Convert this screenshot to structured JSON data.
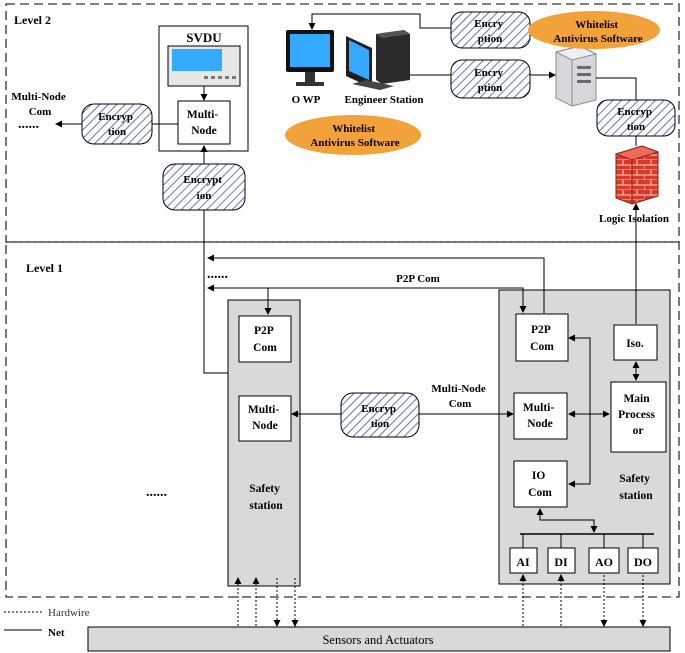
{
  "levels": {
    "level2": "Level 2",
    "level1": "Level 1"
  },
  "svdu": {
    "title": "SVDU",
    "multinode": [
      "Multi-",
      "Node"
    ]
  },
  "multinode_com_left": [
    "Multi-Node",
    "Com"
  ],
  "dots": "......",
  "encryption": {
    "left": [
      "Encryp",
      "tion"
    ],
    "vertical": [
      "Encrypt",
      "ion"
    ],
    "top1": [
      "Encry",
      "ption"
    ],
    "top2": [
      "Encry",
      "ption"
    ],
    "right": [
      "Encryp",
      "tion"
    ],
    "middle": [
      "Encryp",
      "tion"
    ]
  },
  "owp_label": "O WP",
  "engineer_station_label": "Engineer Station",
  "whitelist_top": [
    "Whitelist",
    "Antivirus Software"
  ],
  "whitelist_mid": [
    "Whitelist",
    "Antivirus Software"
  ],
  "logic_isolation": "Logic Isolation",
  "p2p_com_label": "P2P Com",
  "multinode_com_mid": [
    "Multi-Node",
    "Com"
  ],
  "left_station": {
    "p2p": [
      "P2P",
      "Com"
    ],
    "multinode": [
      "Multi-",
      "Node"
    ],
    "label": [
      "Safety",
      "station"
    ]
  },
  "right_station": {
    "p2p": [
      "P2P",
      "Com"
    ],
    "multinode": [
      "Multi-",
      "Node"
    ],
    "io": [
      "IO",
      "Com"
    ],
    "iso": "Iso.",
    "main": [
      "Main",
      "Process",
      "or"
    ],
    "label": [
      "Safety",
      "station"
    ],
    "modules": [
      "AI",
      "DI",
      "AO",
      "DO"
    ]
  },
  "legend": {
    "hardwire": "Hardwire",
    "net": "Net"
  },
  "sensors": "Sensors and Actuators",
  "colors": {
    "ellipse": "#f2a23a",
    "station_fill": "#d9d9d9",
    "hatch": "#3c5a90",
    "firewall": "#d83a2a",
    "monitor": "#33aaff"
  }
}
